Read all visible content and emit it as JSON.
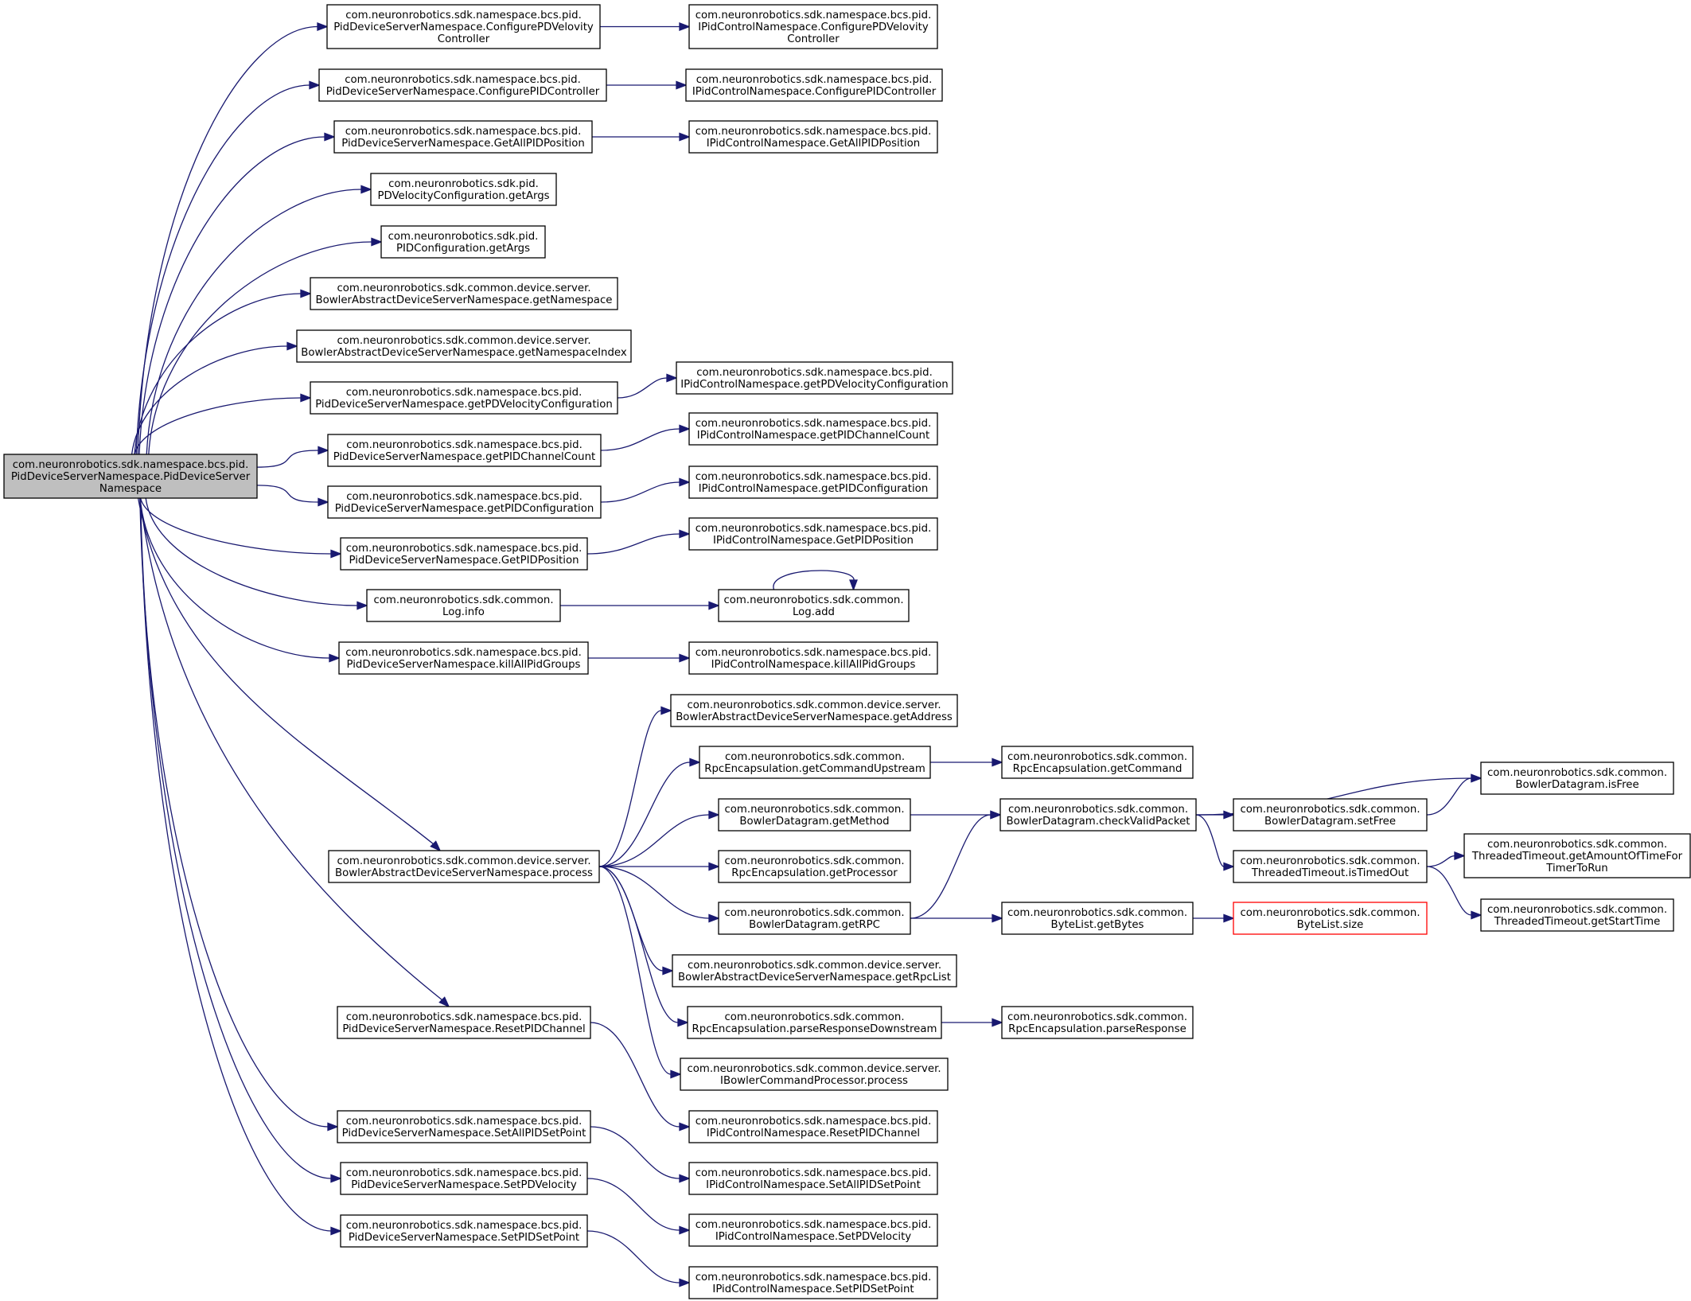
{
  "colors": {
    "edge": "#191970",
    "node_border": "#000000",
    "node_fill": "#ffffff",
    "root_fill": "#bfbfbf",
    "truncated_border": "#ff0000"
  },
  "nodes": {
    "root": [
      "com.neuronrobotics.sdk.namespace.bcs.pid.",
      "PidDeviceServerNamespace.PidDeviceServer",
      "Namespace"
    ],
    "cfgPDVel": [
      "com.neuronrobotics.sdk.namespace.bcs.pid.",
      "PidDeviceServerNamespace.ConfigurePDVelovity",
      "Controller"
    ],
    "cfgPDVelI": [
      "com.neuronrobotics.sdk.namespace.bcs.pid.",
      "IPidControlNamespace.ConfigurePDVelovity",
      "Controller"
    ],
    "cfgPID": [
      "com.neuronrobotics.sdk.namespace.bcs.pid.",
      "PidDeviceServerNamespace.ConfigurePIDController"
    ],
    "cfgPIDI": [
      "com.neuronrobotics.sdk.namespace.bcs.pid.",
      "IPidControlNamespace.ConfigurePIDController"
    ],
    "getAllPos": [
      "com.neuronrobotics.sdk.namespace.bcs.pid.",
      "PidDeviceServerNamespace.GetAllPIDPosition"
    ],
    "getAllPosI": [
      "com.neuronrobotics.sdk.namespace.bcs.pid.",
      "IPidControlNamespace.GetAllPIDPosition"
    ],
    "pdVelArgs": [
      "com.neuronrobotics.sdk.pid.",
      "PDVelocityConfiguration.getArgs"
    ],
    "pidCfgArgs": [
      "com.neuronrobotics.sdk.pid.",
      "PIDConfiguration.getArgs"
    ],
    "getNs": [
      "com.neuronrobotics.sdk.common.device.server.",
      "BowlerAbstractDeviceServerNamespace.getNamespace"
    ],
    "getNsIdx": [
      "com.neuronrobotics.sdk.common.device.server.",
      "BowlerAbstractDeviceServerNamespace.getNamespaceIndex"
    ],
    "getPDVelCfg": [
      "com.neuronrobotics.sdk.namespace.bcs.pid.",
      "PidDeviceServerNamespace.getPDVelocityConfiguration"
    ],
    "getPDVelCfgI": [
      "com.neuronrobotics.sdk.namespace.bcs.pid.",
      "IPidControlNamespace.getPDVelocityConfiguration"
    ],
    "getChCnt": [
      "com.neuronrobotics.sdk.namespace.bcs.pid.",
      "PidDeviceServerNamespace.getPIDChannelCount"
    ],
    "getChCntI": [
      "com.neuronrobotics.sdk.namespace.bcs.pid.",
      "IPidControlNamespace.getPIDChannelCount"
    ],
    "getPIDCfg": [
      "com.neuronrobotics.sdk.namespace.bcs.pid.",
      "PidDeviceServerNamespace.getPIDConfiguration"
    ],
    "getPIDCfgI": [
      "com.neuronrobotics.sdk.namespace.bcs.pid.",
      "IPidControlNamespace.getPIDConfiguration"
    ],
    "getPIDPos": [
      "com.neuronrobotics.sdk.namespace.bcs.pid.",
      "PidDeviceServerNamespace.GetPIDPosition"
    ],
    "getPIDPosI": [
      "com.neuronrobotics.sdk.namespace.bcs.pid.",
      "IPidControlNamespace.GetPIDPosition"
    ],
    "logInfo": [
      "com.neuronrobotics.sdk.common.",
      "Log.info"
    ],
    "logAdd": [
      "com.neuronrobotics.sdk.common.",
      "Log.add"
    ],
    "killAll": [
      "com.neuronrobotics.sdk.namespace.bcs.pid.",
      "PidDeviceServerNamespace.killAllPidGroups"
    ],
    "killAllI": [
      "com.neuronrobotics.sdk.namespace.bcs.pid.",
      "IPidControlNamespace.killAllPidGroups"
    ],
    "process": [
      "com.neuronrobotics.sdk.common.device.server.",
      "BowlerAbstractDeviceServerNamespace.process"
    ],
    "getAddr": [
      "com.neuronrobotics.sdk.common.device.server.",
      "BowlerAbstractDeviceServerNamespace.getAddress"
    ],
    "cmdUp": [
      "com.neuronrobotics.sdk.common.",
      "RpcEncapsulation.getCommandUpstream"
    ],
    "getCmd": [
      "com.neuronrobotics.sdk.common.",
      "RpcEncapsulation.getCommand"
    ],
    "getMethod": [
      "com.neuronrobotics.sdk.common.",
      "BowlerDatagram.getMethod"
    ],
    "checkValid": [
      "com.neuronrobotics.sdk.common.",
      "BowlerDatagram.checkValidPacket"
    ],
    "isFree": [
      "com.neuronrobotics.sdk.common.",
      "BowlerDatagram.isFree"
    ],
    "setFree": [
      "com.neuronrobotics.sdk.common.",
      "BowlerDatagram.setFree"
    ],
    "getProc": [
      "com.neuronrobotics.sdk.common.",
      "RpcEncapsulation.getProcessor"
    ],
    "isTimedOut": [
      "com.neuronrobotics.sdk.common.",
      "ThreadedTimeout.isTimedOut"
    ],
    "amtTime": [
      "com.neuronrobotics.sdk.common.",
      "ThreadedTimeout.getAmountOfTimeFor",
      "TimerToRun"
    ],
    "startTime": [
      "com.neuronrobotics.sdk.common.",
      "ThreadedTimeout.getStartTime"
    ],
    "getRPC": [
      "com.neuronrobotics.sdk.common.",
      "BowlerDatagram.getRPC"
    ],
    "getBytes": [
      "com.neuronrobotics.sdk.common.",
      "ByteList.getBytes"
    ],
    "size": [
      "com.neuronrobotics.sdk.common.",
      "ByteList.size"
    ],
    "rpcList": [
      "com.neuronrobotics.sdk.common.device.server.",
      "BowlerAbstractDeviceServerNamespace.getRpcList"
    ],
    "parseDown": [
      "com.neuronrobotics.sdk.common.",
      "RpcEncapsulation.parseResponseDownstream"
    ],
    "parseResp": [
      "com.neuronrobotics.sdk.common.",
      "RpcEncapsulation.parseResponse"
    ],
    "ibcProcess": [
      "com.neuronrobotics.sdk.common.device.server.",
      "IBowlerCommandProcessor.process"
    ],
    "resetCh": [
      "com.neuronrobotics.sdk.namespace.bcs.pid.",
      "PidDeviceServerNamespace.ResetPIDChannel"
    ],
    "resetChI": [
      "com.neuronrobotics.sdk.namespace.bcs.pid.",
      "IPidControlNamespace.ResetPIDChannel"
    ],
    "setAllSP": [
      "com.neuronrobotics.sdk.namespace.bcs.pid.",
      "PidDeviceServerNamespace.SetAllPIDSetPoint"
    ],
    "setAllSPI": [
      "com.neuronrobotics.sdk.namespace.bcs.pid.",
      "IPidControlNamespace.SetAllPIDSetPoint"
    ],
    "setPDVel": [
      "com.neuronrobotics.sdk.namespace.bcs.pid.",
      "PidDeviceServerNamespace.SetPDVelocity"
    ],
    "setPDVelI": [
      "com.neuronrobotics.sdk.namespace.bcs.pid.",
      "IPidControlNamespace.SetPDVelocity"
    ],
    "setSP": [
      "com.neuronrobotics.sdk.namespace.bcs.pid.",
      "PidDeviceServerNamespace.SetPIDSetPoint"
    ],
    "setSPI": [
      "com.neuronrobotics.sdk.namespace.bcs.pid.",
      "IPidControlNamespace.SetPIDSetPoint"
    ]
  },
  "edges": [
    [
      "root",
      "cfgPDVel"
    ],
    [
      "cfgPDVel",
      "cfgPDVelI"
    ],
    [
      "root",
      "cfgPID"
    ],
    [
      "cfgPID",
      "cfgPIDI"
    ],
    [
      "root",
      "getAllPos"
    ],
    [
      "getAllPos",
      "getAllPosI"
    ],
    [
      "root",
      "pdVelArgs"
    ],
    [
      "root",
      "pidCfgArgs"
    ],
    [
      "root",
      "getNs"
    ],
    [
      "root",
      "getNsIdx"
    ],
    [
      "root",
      "getPDVelCfg"
    ],
    [
      "getPDVelCfg",
      "getPDVelCfgI"
    ],
    [
      "root",
      "getChCnt"
    ],
    [
      "getChCnt",
      "getChCntI"
    ],
    [
      "root",
      "getPIDCfg"
    ],
    [
      "getPIDCfg",
      "getPIDCfgI"
    ],
    [
      "root",
      "getPIDPos"
    ],
    [
      "getPIDPos",
      "getPIDPosI"
    ],
    [
      "root",
      "logInfo"
    ],
    [
      "logInfo",
      "logAdd"
    ],
    [
      "logAdd",
      "logAdd"
    ],
    [
      "root",
      "killAll"
    ],
    [
      "killAll",
      "killAllI"
    ],
    [
      "root",
      "process"
    ],
    [
      "process",
      "getAddr"
    ],
    [
      "process",
      "cmdUp"
    ],
    [
      "cmdUp",
      "getCmd"
    ],
    [
      "process",
      "getMethod"
    ],
    [
      "getMethod",
      "checkValid"
    ],
    [
      "checkValid",
      "isFree"
    ],
    [
      "checkValid",
      "setFree"
    ],
    [
      "setFree",
      "isFree"
    ],
    [
      "checkValid",
      "isTimedOut"
    ],
    [
      "isTimedOut",
      "amtTime"
    ],
    [
      "isTimedOut",
      "startTime"
    ],
    [
      "process",
      "getProc"
    ],
    [
      "process",
      "getRPC"
    ],
    [
      "getRPC",
      "checkValid"
    ],
    [
      "getRPC",
      "getBytes"
    ],
    [
      "getBytes",
      "size"
    ],
    [
      "process",
      "rpcList"
    ],
    [
      "process",
      "parseDown"
    ],
    [
      "parseDown",
      "parseResp"
    ],
    [
      "process",
      "ibcProcess"
    ],
    [
      "root",
      "resetCh"
    ],
    [
      "resetCh",
      "resetChI"
    ],
    [
      "root",
      "setAllSP"
    ],
    [
      "setAllSP",
      "setAllSPI"
    ],
    [
      "root",
      "setPDVel"
    ],
    [
      "setPDVel",
      "setPDVelI"
    ],
    [
      "root",
      "setSP"
    ],
    [
      "setSP",
      "setSPI"
    ]
  ]
}
